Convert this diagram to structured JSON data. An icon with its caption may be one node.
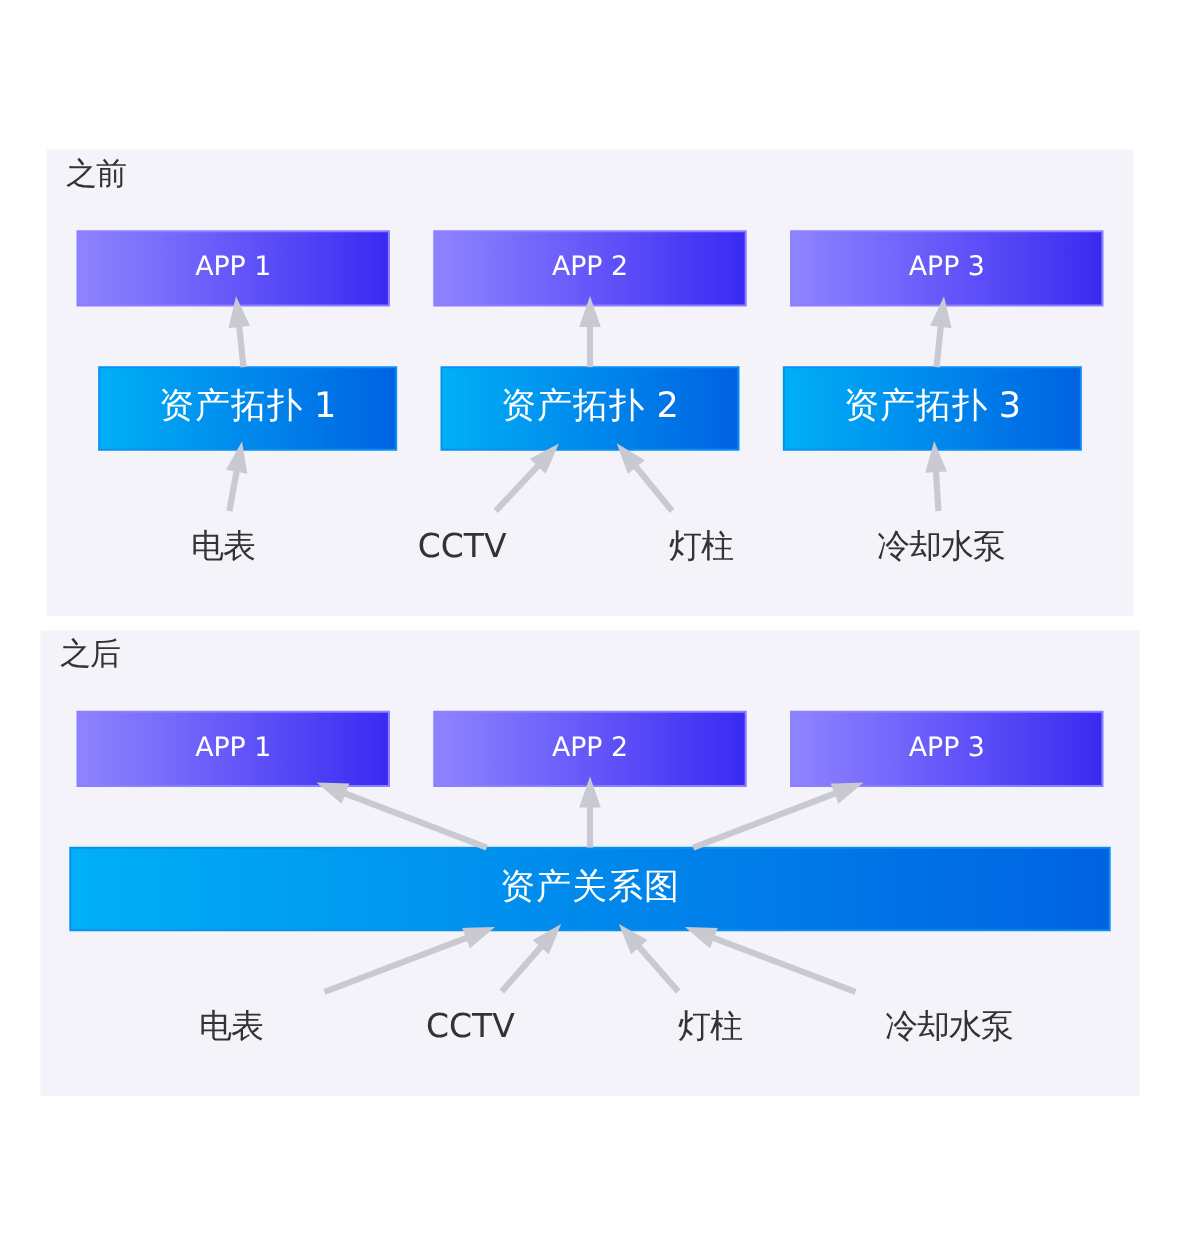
{
  "diagram": {
    "nodes": [
      {
        "text": [
          "之前"
        ]
      },
      {
        "text": [
          "APP 1"
        ],
        "in": 0
      },
      {
        "text": [
          "APP 2"
        ],
        "in": 0
      },
      {
        "text": [
          "APP 3"
        ],
        "in": 0
      },
      {
        "text": [
          "资产拓扑 1"
        ],
        "in": 0
      },
      {
        "text": [
          "资产拓扑 2"
        ],
        "in": 0
      },
      {
        "text": [
          "资产拓扑 3"
        ],
        "in": 0
      },
      {
        "text": [
          "电表"
        ],
        "in": 0
      },
      {
        "text": [
          "CCTV"
        ],
        "in": 0
      },
      {
        "text": [
          "灯柱"
        ],
        "in": 0
      },
      {
        "text": [
          "冷却水泵"
        ],
        "in": 0
      },
      {
        "text": [
          "之后"
        ]
      },
      {
        "text": [
          "APP 1"
        ],
        "in": 11
      },
      {
        "text": [
          "APP 2"
        ],
        "in": 11
      },
      {
        "text": [
          "APP 3"
        ],
        "in": 11
      },
      {
        "text": [
          "资产关系图"
        ],
        "in": 11
      },
      {
        "text": [
          "电表"
        ],
        "in": 11
      },
      {
        "text": [
          "CCTV"
        ],
        "in": 11
      },
      {
        "text": [
          "灯柱"
        ],
        "in": 11
      },
      {
        "text": [
          "冷却水泵"
        ],
        "in": 11
      }
    ],
    "edges": [
      {
        "from": 4,
        "to": 1,
        "arrow": "to"
      },
      {
        "from": 5,
        "to": 2,
        "arrow": "to"
      },
      {
        "from": 6,
        "to": 3,
        "arrow": "to"
      },
      {
        "from": 7,
        "to": 4,
        "arrow": "to"
      },
      {
        "from": 8,
        "to": 5,
        "arrow": "to"
      },
      {
        "from": 9,
        "to": 5,
        "arrow": "to"
      },
      {
        "from": 10,
        "to": 6,
        "arrow": "to"
      },
      {
        "from": 15,
        "to": 12,
        "arrow": "to"
      },
      {
        "from": 15,
        "to": 13,
        "arrow": "to"
      },
      {
        "from": 15,
        "to": 14,
        "arrow": "to"
      },
      {
        "from": 16,
        "to": 15,
        "arrow": "to"
      },
      {
        "from": 17,
        "to": 15,
        "arrow": "to"
      },
      {
        "from": 18,
        "to": 15,
        "arrow": "to"
      },
      {
        "from": 19,
        "to": 15,
        "arrow": "to"
      }
    ]
  }
}
